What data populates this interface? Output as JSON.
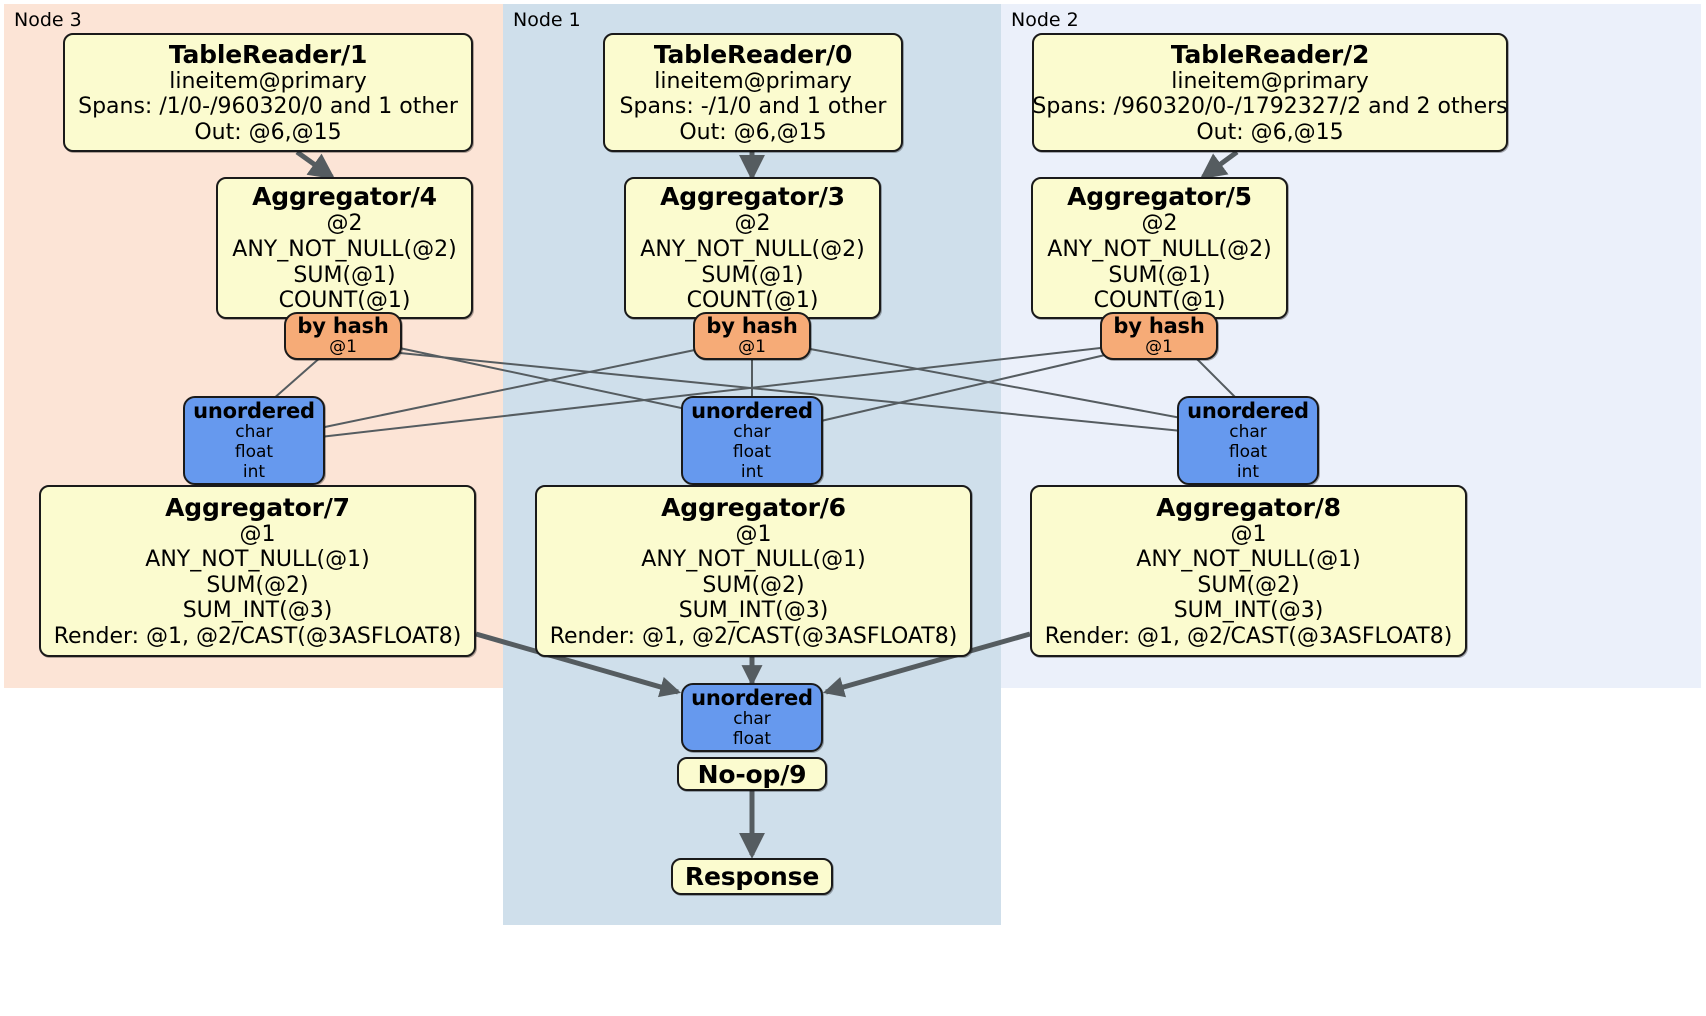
{
  "panels": [
    {
      "label": "Node 3",
      "color": "#fce4d6"
    },
    {
      "label": "Node 1",
      "color": "#cfdfeb"
    },
    {
      "label": "Node 2",
      "color": "#ebf0fa"
    }
  ],
  "nodes": {
    "tablereader1": {
      "title": "TableReader/1",
      "lines": [
        "lineitem@primary",
        "Spans: /1/0-/960320/0 and 1 other",
        "Out: @6,@15"
      ]
    },
    "tablereader0": {
      "title": "TableReader/0",
      "lines": [
        "lineitem@primary",
        "Spans: -/1/0 and 1 other",
        "Out: @6,@15"
      ]
    },
    "tablereader2": {
      "title": "TableReader/2",
      "lines": [
        "lineitem@primary",
        "Spans: /960320/0-/1792327/2 and 2 others",
        "Out: @6,@15"
      ]
    },
    "aggregator4": {
      "title": "Aggregator/4",
      "lines": [
        "@2",
        "ANY_NOT_NULL(@2)",
        "SUM(@1)",
        "COUNT(@1)"
      ]
    },
    "aggregator3": {
      "title": "Aggregator/3",
      "lines": [
        "@2",
        "ANY_NOT_NULL(@2)",
        "SUM(@1)",
        "COUNT(@1)"
      ]
    },
    "aggregator5": {
      "title": "Aggregator/5",
      "lines": [
        "@2",
        "ANY_NOT_NULL(@2)",
        "SUM(@1)",
        "COUNT(@1)"
      ]
    },
    "byhash_left": {
      "title": "by hash",
      "lines": [
        "@1"
      ]
    },
    "byhash_center": {
      "title": "by hash",
      "lines": [
        "@1"
      ]
    },
    "byhash_right": {
      "title": "by hash",
      "lines": [
        "@1"
      ]
    },
    "unordered_left": {
      "title": "unordered",
      "lines": [
        "char",
        "float",
        "int"
      ]
    },
    "unordered_center": {
      "title": "unordered",
      "lines": [
        "char",
        "float",
        "int"
      ]
    },
    "unordered_right": {
      "title": "unordered",
      "lines": [
        "char",
        "float",
        "int"
      ]
    },
    "aggregator7": {
      "title": "Aggregator/7",
      "lines": [
        "@1",
        "ANY_NOT_NULL(@1)",
        "SUM(@2)",
        "SUM_INT(@3)",
        "Render: @1, @2/CAST(@3ASFLOAT8)"
      ]
    },
    "aggregator6": {
      "title": "Aggregator/6",
      "lines": [
        "@1",
        "ANY_NOT_NULL(@1)",
        "SUM(@2)",
        "SUM_INT(@3)",
        "Render: @1, @2/CAST(@3ASFLOAT8)"
      ]
    },
    "aggregator8": {
      "title": "Aggregator/8",
      "lines": [
        "@1",
        "ANY_NOT_NULL(@1)",
        "SUM(@2)",
        "SUM_INT(@3)",
        "Render: @1, @2/CAST(@3ASFLOAT8)"
      ]
    },
    "unordered_final": {
      "title": "unordered",
      "lines": [
        "char",
        "float"
      ]
    },
    "noop9": {
      "title": "No-op/9",
      "lines": []
    },
    "response": {
      "title": "Response",
      "lines": []
    }
  },
  "colors": {
    "processor_fill": "#fbfbcf",
    "router_fill": "#f6ab77",
    "synchronizer_fill": "#6699ee",
    "node3_bg": "#fce4d6",
    "node1_bg": "#cfdfeb",
    "node2_bg": "#ebf0fa",
    "stroke": "#1a1a1a",
    "edge": "#555c60"
  }
}
